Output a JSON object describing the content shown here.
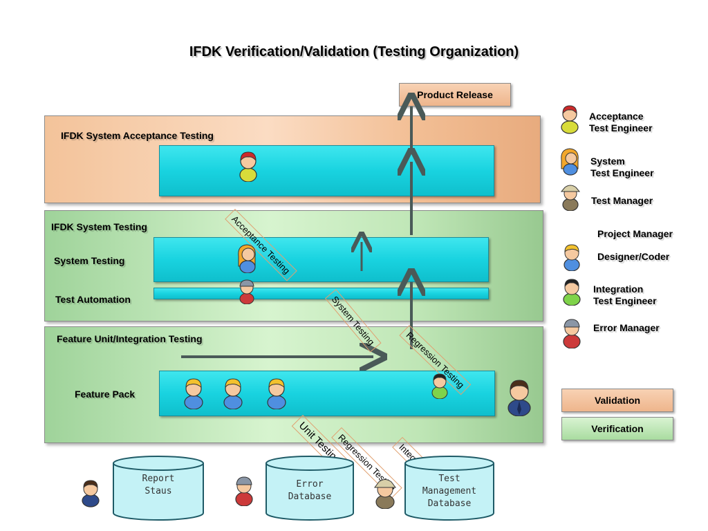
{
  "title": "IFDK Verification/Validation (Testing Organization)",
  "product_release": "Product Release",
  "bands": {
    "acceptance": {
      "label": "IFDK System Acceptance Testing"
    },
    "system": {
      "label": "IFDK System Testing",
      "sub1": "System Testing",
      "sub2": "Test Automation"
    },
    "feature": {
      "label": "Feature Unit/Integration Testing",
      "sub1": "Feature Pack"
    }
  },
  "flows": {
    "acceptance_testing": "Acceptance Testing",
    "system_testing": "System Testing",
    "regression_testing_1": "Regression Testing",
    "unit_testing": "Unit Testing",
    "regression_testing_2": "Regression Testing",
    "integration_testing": "Integ"
  },
  "legend": {
    "acceptance_engineer": [
      "Acceptance",
      "Test Engineer"
    ],
    "system_engineer": [
      "System",
      "Test Engineer"
    ],
    "test_manager": "Test Manager",
    "project_manager": "Project Manager",
    "designer_coder": "Designer/Coder",
    "integration_engineer": [
      "Integration",
      "Test Engineer"
    ],
    "error_manager": "Error Manager"
  },
  "key": {
    "validation": "Validation",
    "verification": "Verification"
  },
  "databases": {
    "report": [
      "Report",
      "Staus"
    ],
    "error": [
      "Error",
      "Database"
    ],
    "test_mgmt": [
      "Test",
      "Management",
      "Database"
    ]
  },
  "colors": {
    "validation": "#f0bd96",
    "verification": "#bde8b4",
    "feature_bar": "#19d3e0",
    "arrow": "#4a5a58"
  },
  "icons": [
    "acceptance-engineer-icon",
    "system-engineer-icon",
    "test-manager-icon",
    "designer-coder-icon",
    "integration-engineer-icon",
    "error-manager-icon",
    "project-manager-icon"
  ]
}
